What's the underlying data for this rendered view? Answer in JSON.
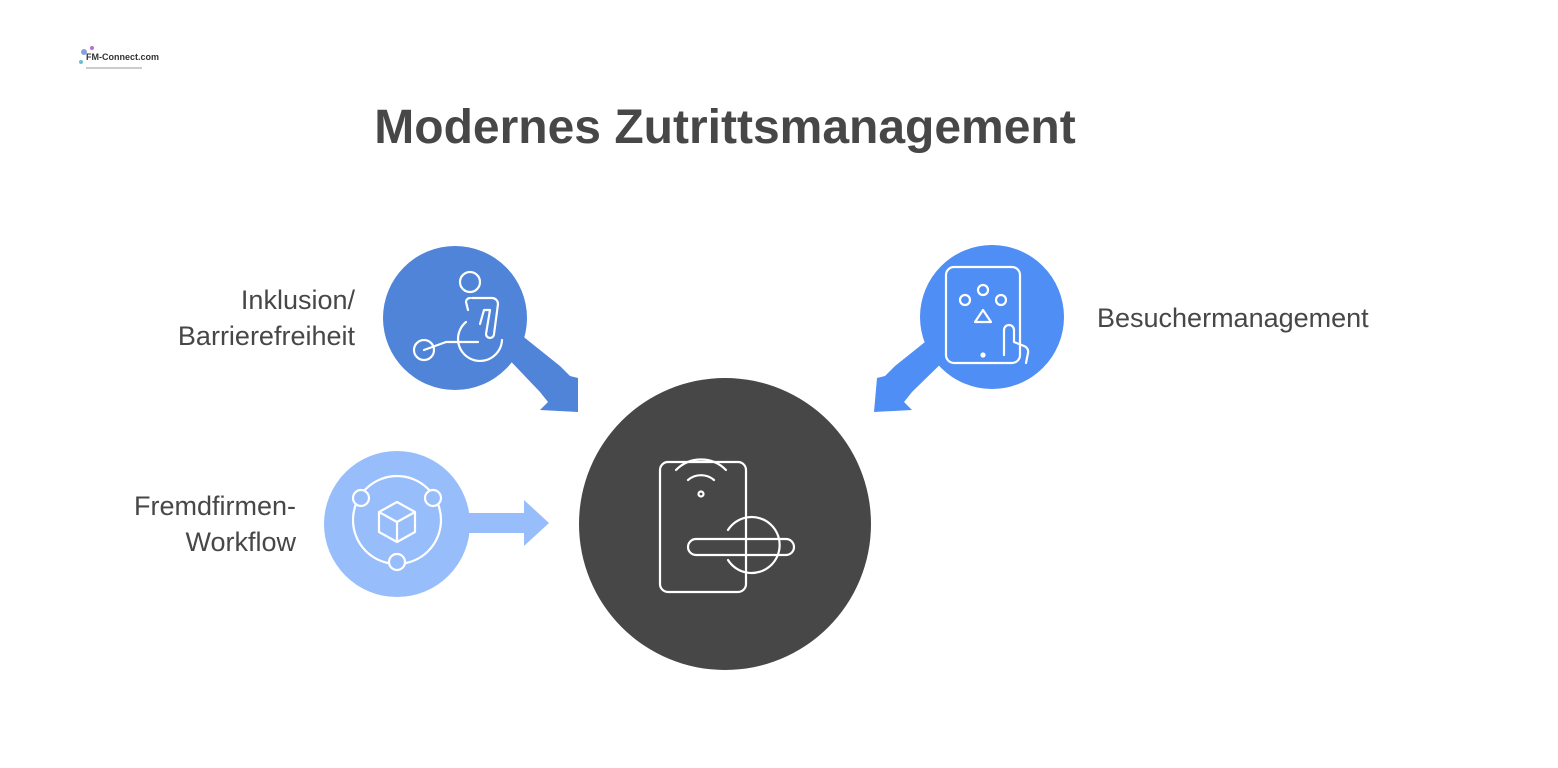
{
  "logo": {
    "text": "FM-Connect.com"
  },
  "title": "Modernes Zutrittsmanagement",
  "center": {
    "icon": "door-lock-icon",
    "color": "#474747"
  },
  "nodes": [
    {
      "label_lines": [
        "Inklusion/",
        "Barrierefreiheit"
      ],
      "icon": "wheelchair-icon",
      "color": "#4f84d8"
    },
    {
      "label_lines": [
        "Besuchermanagement"
      ],
      "icon": "tablet-touch-icon",
      "color": "#4f8ef5"
    },
    {
      "label_lines": [
        "Fremdfirmen-",
        "Workflow"
      ],
      "icon": "network-cube-icon",
      "color": "#98bdfb"
    }
  ]
}
